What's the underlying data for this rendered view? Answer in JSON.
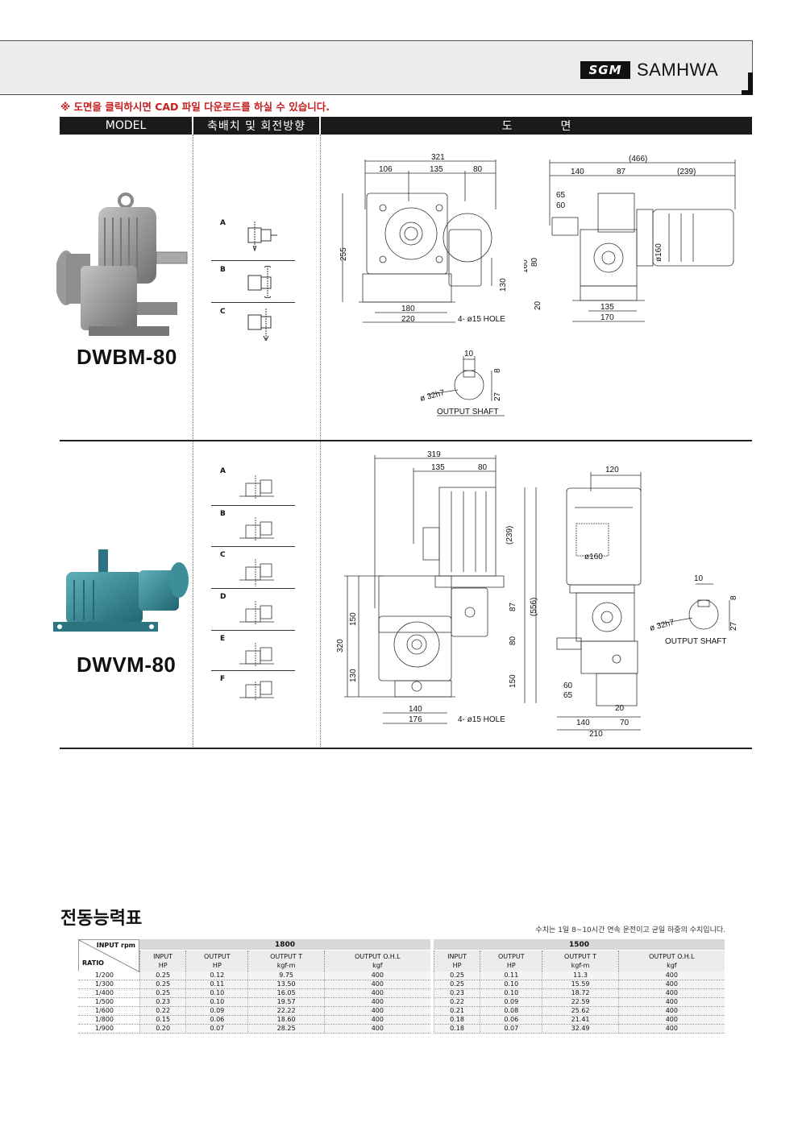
{
  "header": {
    "logo_mark": "SGM",
    "brand": "SAMHWA"
  },
  "notice": "※ 도면을 클릭하시면 CAD 파일 다운로드를 하실 수 있습니다.",
  "columns": {
    "model": "MODEL",
    "arrangement": "축배치 및 회전방향",
    "drawing_a": "도",
    "drawing_b": "면"
  },
  "models": [
    {
      "name": "DWBM-80",
      "arrangements": [
        "A",
        "B",
        "C"
      ],
      "dims": {
        "front_top": "321",
        "front_a": "106",
        "front_b": "135",
        "front_c": "80",
        "front_h": "255",
        "front_130": "130",
        "front_base1": "180",
        "front_base2": "220",
        "front_hole": "4- ø15 HOLE",
        "side_top": "(466)",
        "side_a": "140",
        "side_b": "87",
        "side_c": "(239)",
        "side_65": "65",
        "side_60": "60",
        "side_80": "80",
        "side_160": "160",
        "side_20": "20",
        "side_dia": "ø160",
        "side_base1": "135",
        "side_base2": "170",
        "shaft_10": "10",
        "shaft_8": "8",
        "shaft_27": "27",
        "shaft_dia": "ø 32h7",
        "shaft_label": "OUTPUT SHAFT"
      }
    },
    {
      "name": "DWVM-80",
      "arrangements": [
        "A",
        "B",
        "C",
        "D",
        "E",
        "F"
      ],
      "dims": {
        "front_top": "319",
        "front_a": "135",
        "front_b": "80",
        "front_239": "(239)",
        "front_556": "(556)",
        "front_87": "87",
        "front_80": "80",
        "front_150r": "150",
        "front_320": "320",
        "front_150l": "150",
        "front_130": "130",
        "front_base1": "140",
        "front_base2": "176",
        "front_hole": "4- ø15 HOLE",
        "side_top": "120",
        "side_dia": "ø160",
        "side_60": "60",
        "side_65": "65",
        "side_20": "20",
        "side_base1": "140",
        "side_70": "70",
        "side_base2": "210",
        "shaft_10": "10",
        "shaft_8": "8",
        "shaft_27": "27",
        "shaft_dia": "ø 32h7",
        "shaft_label": "OUTPUT SHAFT"
      }
    }
  ],
  "table": {
    "title": "전동능력표",
    "note": "수치는 1일 8~10시간 연속 운전이고 균일 하중의 수치입니다.",
    "corner_top": "INPUT rpm",
    "corner_bottom": "RATIO",
    "rpm": [
      "1800",
      "1500"
    ],
    "subheaders": [
      {
        "l1": "INPUT",
        "l2": "HP"
      },
      {
        "l1": "OUTPUT",
        "l2": "HP"
      },
      {
        "l1": "OUTPUT T",
        "l2": "kgf-m"
      },
      {
        "l1": "OUTPUT O.H.L",
        "l2": "kgf"
      }
    ],
    "rows": [
      {
        "ratio": "1/200",
        "v": [
          "0.25",
          "0.12",
          "9.75",
          "400",
          "0.25",
          "0.11",
          "11.3",
          "400"
        ]
      },
      {
        "ratio": "1/300",
        "v": [
          "0.25",
          "0.11",
          "13.50",
          "400",
          "0.25",
          "0.10",
          "15.59",
          "400"
        ]
      },
      {
        "ratio": "1/400",
        "v": [
          "0.25",
          "0.10",
          "16.05",
          "400",
          "0.23",
          "0.10",
          "18.72",
          "400"
        ]
      },
      {
        "ratio": "1/500",
        "v": [
          "0.23",
          "0.10",
          "19.57",
          "400",
          "0.22",
          "0.09",
          "22.59",
          "400"
        ]
      },
      {
        "ratio": "1/600",
        "v": [
          "0.22",
          "0.09",
          "22.22",
          "400",
          "0.21",
          "0.08",
          "25.62",
          "400"
        ]
      },
      {
        "ratio": "1/800",
        "v": [
          "0.15",
          "0.06",
          "18.60",
          "400",
          "0.18",
          "0.06",
          "21.41",
          "400"
        ]
      },
      {
        "ratio": "1/900",
        "v": [
          "0.20",
          "0.07",
          "28.25",
          "400",
          "0.18",
          "0.07",
          "32.49",
          "400"
        ]
      }
    ]
  },
  "colors": {
    "notice_red": "#c41e1e",
    "model1_body": "#8f8f8f",
    "model2_body": "#3a8a95"
  }
}
